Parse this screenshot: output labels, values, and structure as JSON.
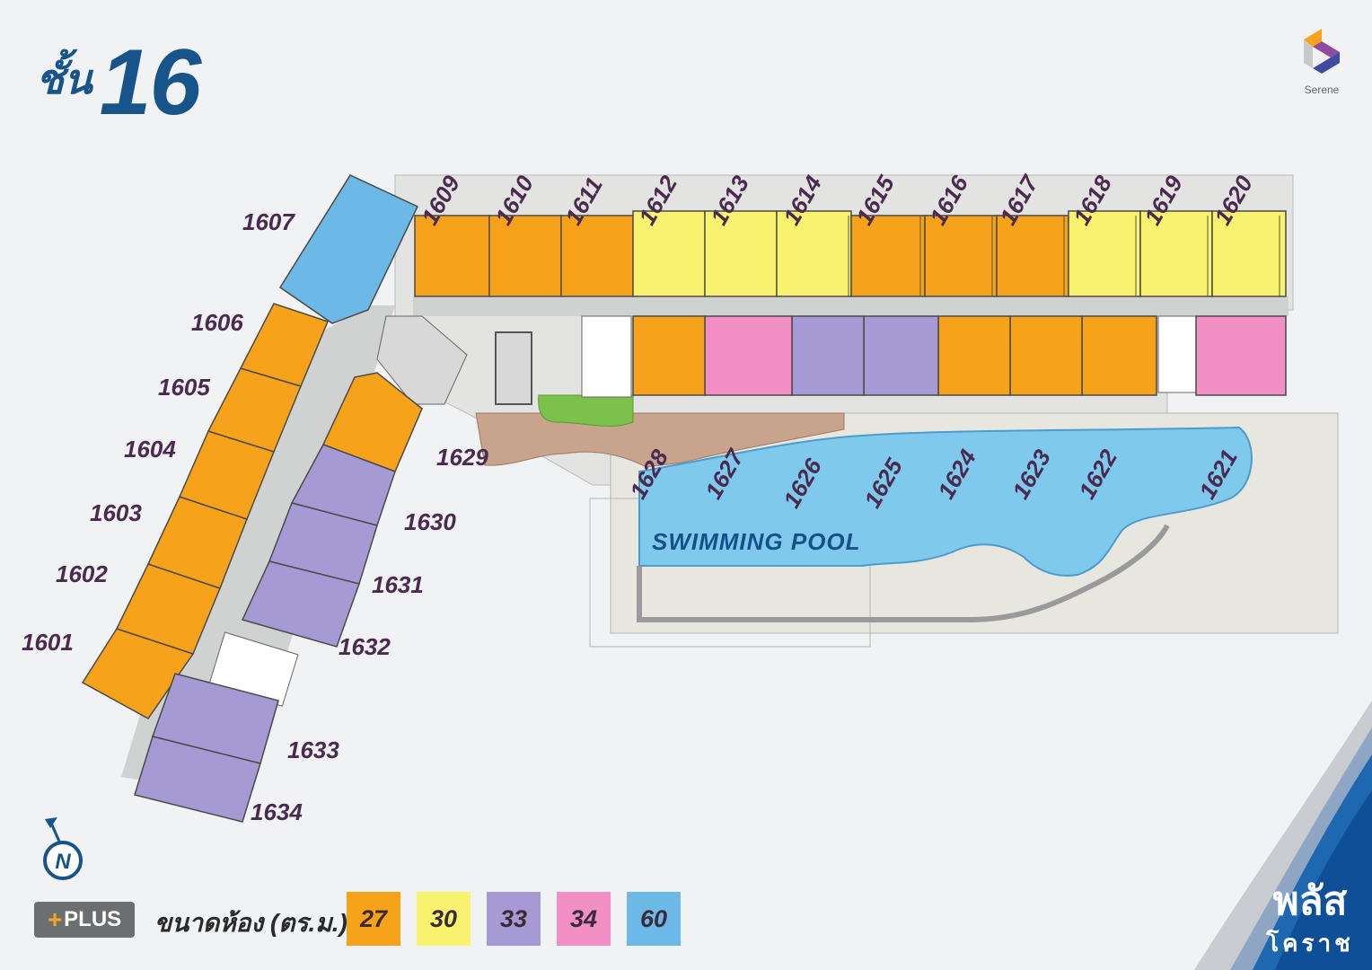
{
  "header": {
    "floor_prefix": "ชั้น",
    "floor_number": "16",
    "logo_text": "Serene"
  },
  "colors": {
    "27": "#f7a21b",
    "30": "#f8f26e",
    "33": "#a59ad3",
    "34": "#f28fc4",
    "60": "#6cb9e8",
    "pool": "#7ec9ec",
    "deck": "#c8a48c",
    "garden": "#7cc14b",
    "title": "#17548a"
  },
  "units": [
    {
      "id": "1601",
      "size": "27"
    },
    {
      "id": "1602",
      "size": "27"
    },
    {
      "id": "1603",
      "size": "27"
    },
    {
      "id": "1604",
      "size": "27"
    },
    {
      "id": "1605",
      "size": "27"
    },
    {
      "id": "1606",
      "size": "27"
    },
    {
      "id": "1607",
      "size": "60"
    },
    {
      "id": "1609",
      "size": "27"
    },
    {
      "id": "1610",
      "size": "27"
    },
    {
      "id": "1611",
      "size": "27"
    },
    {
      "id": "1612",
      "size": "30"
    },
    {
      "id": "1613",
      "size": "30"
    },
    {
      "id": "1614",
      "size": "30"
    },
    {
      "id": "1615",
      "size": "27"
    },
    {
      "id": "1616",
      "size": "27"
    },
    {
      "id": "1617",
      "size": "27"
    },
    {
      "id": "1618",
      "size": "30"
    },
    {
      "id": "1619",
      "size": "30"
    },
    {
      "id": "1620",
      "size": "30"
    },
    {
      "id": "1621",
      "size": "34"
    },
    {
      "id": "1622",
      "size": "27"
    },
    {
      "id": "1623",
      "size": "27"
    },
    {
      "id": "1624",
      "size": "27"
    },
    {
      "id": "1625",
      "size": "33"
    },
    {
      "id": "1626",
      "size": "33"
    },
    {
      "id": "1627",
      "size": "34"
    },
    {
      "id": "1628",
      "size": "27"
    },
    {
      "id": "1629",
      "size": "27"
    },
    {
      "id": "1630",
      "size": "33"
    },
    {
      "id": "1631",
      "size": "33"
    },
    {
      "id": "1632",
      "size": "33"
    },
    {
      "id": "1633",
      "size": "33"
    },
    {
      "id": "1634",
      "size": "33"
    }
  ],
  "pool_label": "SWIMMING POOL",
  "legend": {
    "badge": "PLUS",
    "title": "ขนาดห้อง (ตร.ม.)",
    "items": [
      {
        "value": "27",
        "color": "#f7a21b"
      },
      {
        "value": "30",
        "color": "#f8f26e"
      },
      {
        "value": "33",
        "color": "#a59ad3"
      },
      {
        "value": "34",
        "color": "#f28fc4"
      },
      {
        "value": "60",
        "color": "#6cb9e8"
      }
    ]
  },
  "compass": "N",
  "brand": {
    "line1": "พลัส",
    "line2": "โคราช"
  }
}
